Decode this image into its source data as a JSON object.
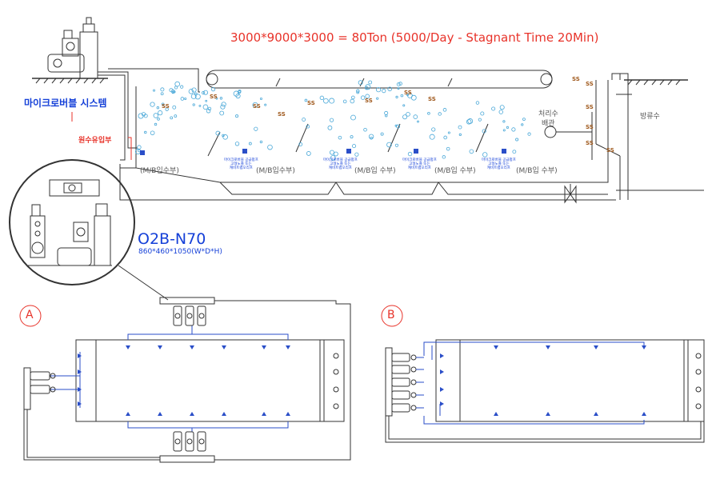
{
  "title": "3000*9000*3000  = 80Ton (5000/Day - Stagnant Time 20Min)",
  "system_label": "마이크로버블 시스템",
  "raw_water_label": "원수유입부",
  "treated_water_label": [
    "처리수",
    "배관"
  ],
  "discharge_label": "방류수",
  "ss_label": "SS",
  "mb_inlet_label": "(M/B입수부)",
  "mb_inlet_label_2": "(M/B입 수부)",
  "pump_note": [
    "마이크로버블 공급펌프",
    "고형노즐 또는",
    "캐비트랩오리프"
  ],
  "model": {
    "name": "O2B-N70",
    "dims": "860*460*1050(W*D*H)"
  },
  "plan_a_label": "A",
  "plan_b_label": "B",
  "colors": {
    "title": "#e8332a",
    "label_blue": "#1540d8",
    "bubble": "#4aa8d8",
    "ss": "#a05a1e",
    "pipe_blue": "#2a4ec8",
    "line": "#333333"
  }
}
